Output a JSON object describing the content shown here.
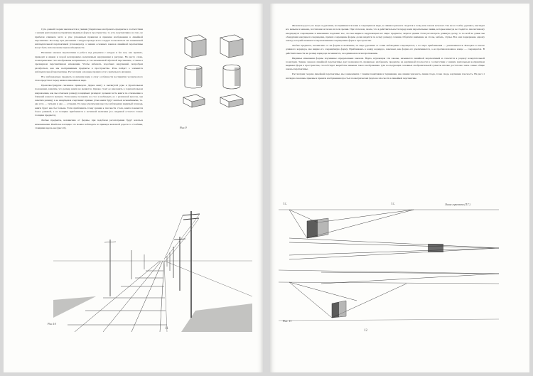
{
  "left_page": {
    "paragraphs": [
      "Суть данной теории заключается в умении убедительно изображать предметы в соответствии с нашим зрительным восприятием видимых форм в пространстве, то есть перспективно на глаз, не прибегая слишком часто к уже усвоенным правилам и приемам изображения в линейной перспективе. Поэтому, при рисовании с натуры прежде всего следует пользоваться так называемой наблюдательной перспективой (глазомером), а знания основных законов линейной перспективы могут быть использованы при необходимости.",
      "Незнание законов перспективы в работе над рисунком с натуры и без нее, как правило, приводит к явным и порой непоправимо нелепичным нарушениям в рисунке. На рис.9, слева, геометрические тела изображены неправильно, в так называемой обратной перспективе, а также в чрезмерном перспективном искажении. Чтобы избежать подобных нарушений, попробуем разобраться, как мы воспринимаем предметы в пространстве. Речь пойдет о элементах наблюдательной перспективы. Рассмотрим основные правила этого зрительного явления.",
      "Все наблюдаемые предметы в явлении вида в силу особенности восприятия человеческого глаза предстают перед нами в изменённом виде.",
      "Проиллюстрируем сказанное примером. Держа книгу в вытянутой руке в фронтальном положении, заметим, что размер книги не меняется. Однако стоит ее наклонить в горизонтальном направлении, как мы отмечаем размеру в видимых размерах: дальняя часть книги по отношению к ближней кажется меньше. Если книгу положить на стол и наблюдать ее с различной высоты, мы заметим разницу в ее кажущемся очертании: прямые углы книги будут казаться искажёнными, т.е. два угла — тупыми и два — острыми. По мере увеличения высоты наблюдения видимый площадь книги будет как бы больше. Если приближать точку зрения к плоскости стола, книга покажется более длинной, а ее толщина приблизится к истинной величине (т.е. видимой остается только толщина предмета).",
      "Любые предметы, независимо от формы, при подобном рассмотрении будут казаться измененными. Наиболее наглядно это можно наблюдать на примере железной дороги со столбами, стоящими вдоль нее (рис.10)."
    ],
    "fig9_caption": "Рис.9",
    "fig10_caption": "Рис.10",
    "page_number": "11"
  },
  "right_page": {
    "paragraphs": [
      "Железная дорога, по мере ее удаления, воспринимается нами в сокращенном виде, ее линии горизонта сходятся в точку или совсем исчезает. Так же и столбы, удаляясь, выглядят все меньше и меньше, постепенно исчезая из поля зрения. При этом нам, знаем, что в действительности перед нами параллельные линии, которые никогда не сходятся. Аналогичному кажущемуся сокращению и изменению подлежит все, что мы видим в окружающем нас мире: предметы, люди и здания. Если рассмотреть длинную доску, то по всей ее длине мы обнаружим кажущееся сокращение, причем сокращение формы доски видится по всему размеру сечения. Обратите внимание на столы, мебель, стулья. Все они подвержены одному закону, который называется перспективным сокращением форм в пространстве.",
      "Любые предметы, независимо от их формы и величины, по мере удаления от точки наблюдения сокращаются, а по мере приближения — увеличиваются. Находясь в начале длинного коридора, мы видим его сокращённую форму. Приближаясь к концу коридора, замечаем, как форма его увеличивается, а ее противоположное конце — сокращается. В действительности же размер коридора не меняется, он одинаков на всем протяжении.",
      "Видимые изменения формы подчинены определенным законам. Наука, изучающая эти законы, называется линейной перспективой и относится к разделу начертательной геометрии. Знание законов линейной перспективы дает возможность правильно изображать предметы на картинной плоскости в соответствии с нашим зрительным восприятием видимых форм в пространстве, способствует выработке навыков такого изображения. Для последующих основных изобразительной грамоты вполне достаточно знать самые общие законы перспективы.",
      "Рассмотрим теорию линейной перспективы, мы ознакомимся с такими понятиями и терминами, как линия горизонта, линия схода, точка схода, картинная плоскость. На рис.11 наглядно показаны приемы и правила изображения простых геометрических форм на плоскости в линейной перспективе."
    ],
    "fig11_label_left": "Т.С.",
    "fig11_label_mid": "Т.С.",
    "fig11_label_right": "Линия горизонта (Л.Г.)",
    "fig11_caption": "Рис. 11",
    "page_number": "12"
  }
}
